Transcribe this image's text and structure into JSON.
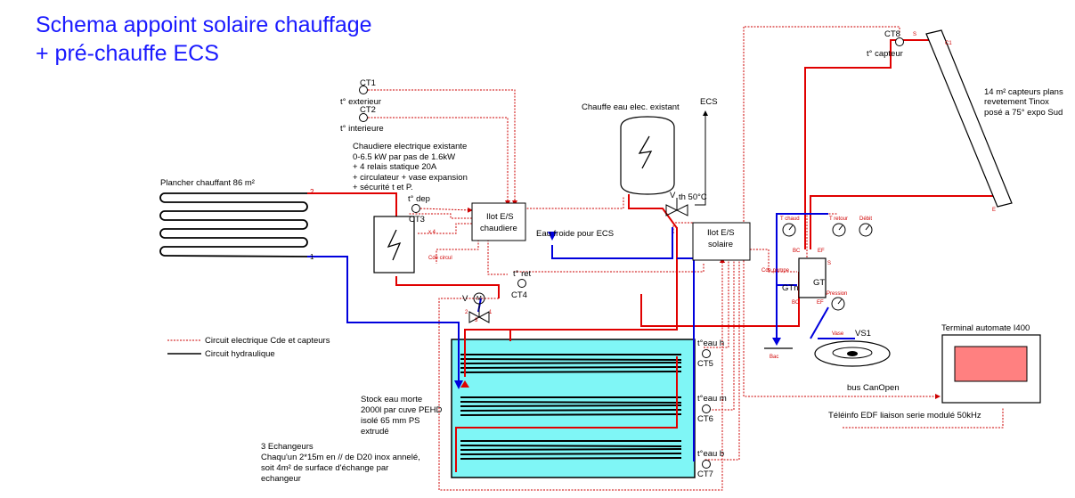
{
  "title": {
    "line1": "Schema appoint solaire chauffage",
    "line2": "+ pré-chauffe ECS"
  },
  "sensors": {
    "ct1": {
      "id": "CT1",
      "label": "t° exterieur"
    },
    "ct2": {
      "id": "CT2",
      "label": "t° interieure"
    },
    "ct3": {
      "id": "CT3",
      "label": "t° dep"
    },
    "ct4": {
      "id": "CT4",
      "label": "t° ret"
    },
    "ct5": {
      "id": "CT5",
      "label": "t°eau h"
    },
    "ct6": {
      "id": "CT6",
      "label": "t°eau m"
    },
    "ct7": {
      "id": "CT7",
      "label": "t°eau b"
    },
    "ct8": {
      "id": "CT8",
      "label": "t° capteur"
    }
  },
  "boiler": {
    "lines": [
      "Chaudiere electrique existante",
      "0-6.5 kW par pas de 1.6kW",
      "+ 4 relais statique 20A",
      "+ circulateur + vase expansion",
      "+ sécurité t et P."
    ]
  },
  "floor_heating": {
    "label": "Plancher chauffant 86 m²",
    "port_out": "2",
    "port_in": "1"
  },
  "ilot_chaudiere": {
    "line1": "Ilot E/S",
    "line2": "chaudiere"
  },
  "ilot_solaire": {
    "line1": "Ilot E/S",
    "line2": "solaire"
  },
  "water_heater": {
    "label": "Chauffe eau elec. existant",
    "ecs": "ECS",
    "valve": "th 50°C",
    "valve_v": "V"
  },
  "cold_water": {
    "label": "Eau froide pour ECS"
  },
  "collectors": {
    "lines": [
      "14 m² capteurs plans",
      "revetement Tinox",
      "posé a 75° expo Sud"
    ],
    "port_s": "S",
    "port_e": "E",
    "port_c1": "C1"
  },
  "gt": {
    "label": "GT",
    "label_gtn": "GTn",
    "port_bc": "BC",
    "port_ef": "EF",
    "port_s": "S",
    "t_chaud": "T chaud",
    "t_retour": "T retour",
    "debit": "Débit",
    "pression": "Pression",
    "vase": "Vase",
    "cde_pompe": "Cde pompe"
  },
  "vs1": {
    "label": "VS1"
  },
  "bac": {
    "label": "Bac"
  },
  "mixing_valve": {
    "v": "V",
    "m": "M",
    "p2": "2",
    "p3": "3",
    "p1": "1"
  },
  "relays": {
    "x4": "x 4",
    "cde_circul": "Cde circul"
  },
  "tank": {
    "lines": [
      "Stock eau morte",
      "2000l par cuve PEHD",
      "isolé 65 mm PS",
      "extrudé"
    ]
  },
  "exchangers": {
    "lines": [
      "3 Echangeurs",
      "Chaqu'un 2*15m en // de D20 inox annelé,",
      "soit 4m² de surface d'échange par",
      "echangeur"
    ]
  },
  "legend": {
    "electric": "Circuit electrique Cde et capteurs",
    "hydraulic": "Circuit hydraulique"
  },
  "terminal": {
    "label": "Terminal automate I400"
  },
  "bus": {
    "label": "bus CanOpen"
  },
  "teleinfo": {
    "label": "Téléinfo EDF liaison serie modulé 50kHz"
  },
  "colors": {
    "title": "#1a1aff",
    "hot": "#e00000",
    "cold": "#0000dd",
    "signal": "#cc0000",
    "tank": "#7ff6f6",
    "screen": "#ff8080"
  }
}
